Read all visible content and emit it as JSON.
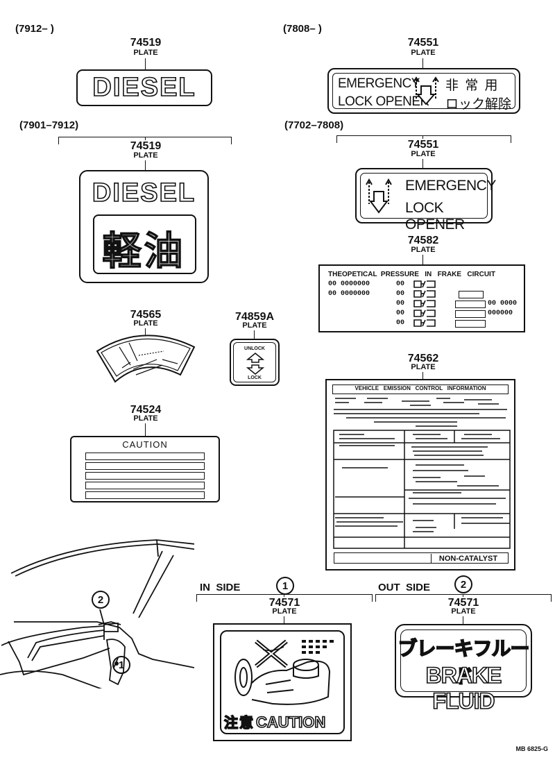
{
  "groups": {
    "g1_range": "(7912–      )",
    "g2_range": "(7808–        )",
    "g3_range": "(7901–7912)",
    "g4_range": "(7702–7808)"
  },
  "parts": {
    "p1": {
      "number": "74519",
      "label": "PLATE",
      "text": "DIESEL"
    },
    "p2": {
      "number": "74551",
      "label": "PLATE",
      "line1": "EMERGENCY",
      "line2": "LOCK OPENER",
      "jp1": "非 常 用",
      "jp2": "ロック解除"
    },
    "p3": {
      "number": "74519",
      "label": "PLATE",
      "text": "DIESEL",
      "jp": "軽油"
    },
    "p4": {
      "number": "74551",
      "label": "PLATE",
      "line1": "EMERGENCY",
      "line2": "LOCK OPENER"
    },
    "p5": {
      "number": "74582",
      "label": "PLATE",
      "title": "THEOPETICAL  PRESSURE   IN   FRAKE   CIRCUIT",
      "row_a": "00 0000000",
      "row_b": "00",
      "val1": "00 0000",
      "val2": "000000"
    },
    "p6": {
      "number": "74565",
      "label": "PLATE"
    },
    "p7": {
      "number": "74859A",
      "label": "PLATE",
      "top": "UNLOCK",
      "bottom": "LOCK"
    },
    "p8": {
      "number": "74562",
      "label": "PLATE",
      "title": "VEHICLE   EMISSION   CONTROL   INFORMATION",
      "footer": "NON-CATALYST"
    },
    "p9": {
      "number": "74524",
      "label": "PLATE",
      "title": "CAUTION"
    },
    "p10": {
      "number": "74571",
      "label": "PLATE",
      "caption": "CAUTION",
      "jp": "注意"
    },
    "p11": {
      "number": "74571",
      "label": "PLATE",
      "jp": "ブレーキフルード",
      "text": "BRAKE FLUID"
    }
  },
  "sides": {
    "in": "IN  SIDE",
    "out": "OUT  SIDE",
    "in_num": "1",
    "out_num": "2"
  },
  "callouts": {
    "c2": "2",
    "c1": "1"
  },
  "footer": "MB 6825-G"
}
